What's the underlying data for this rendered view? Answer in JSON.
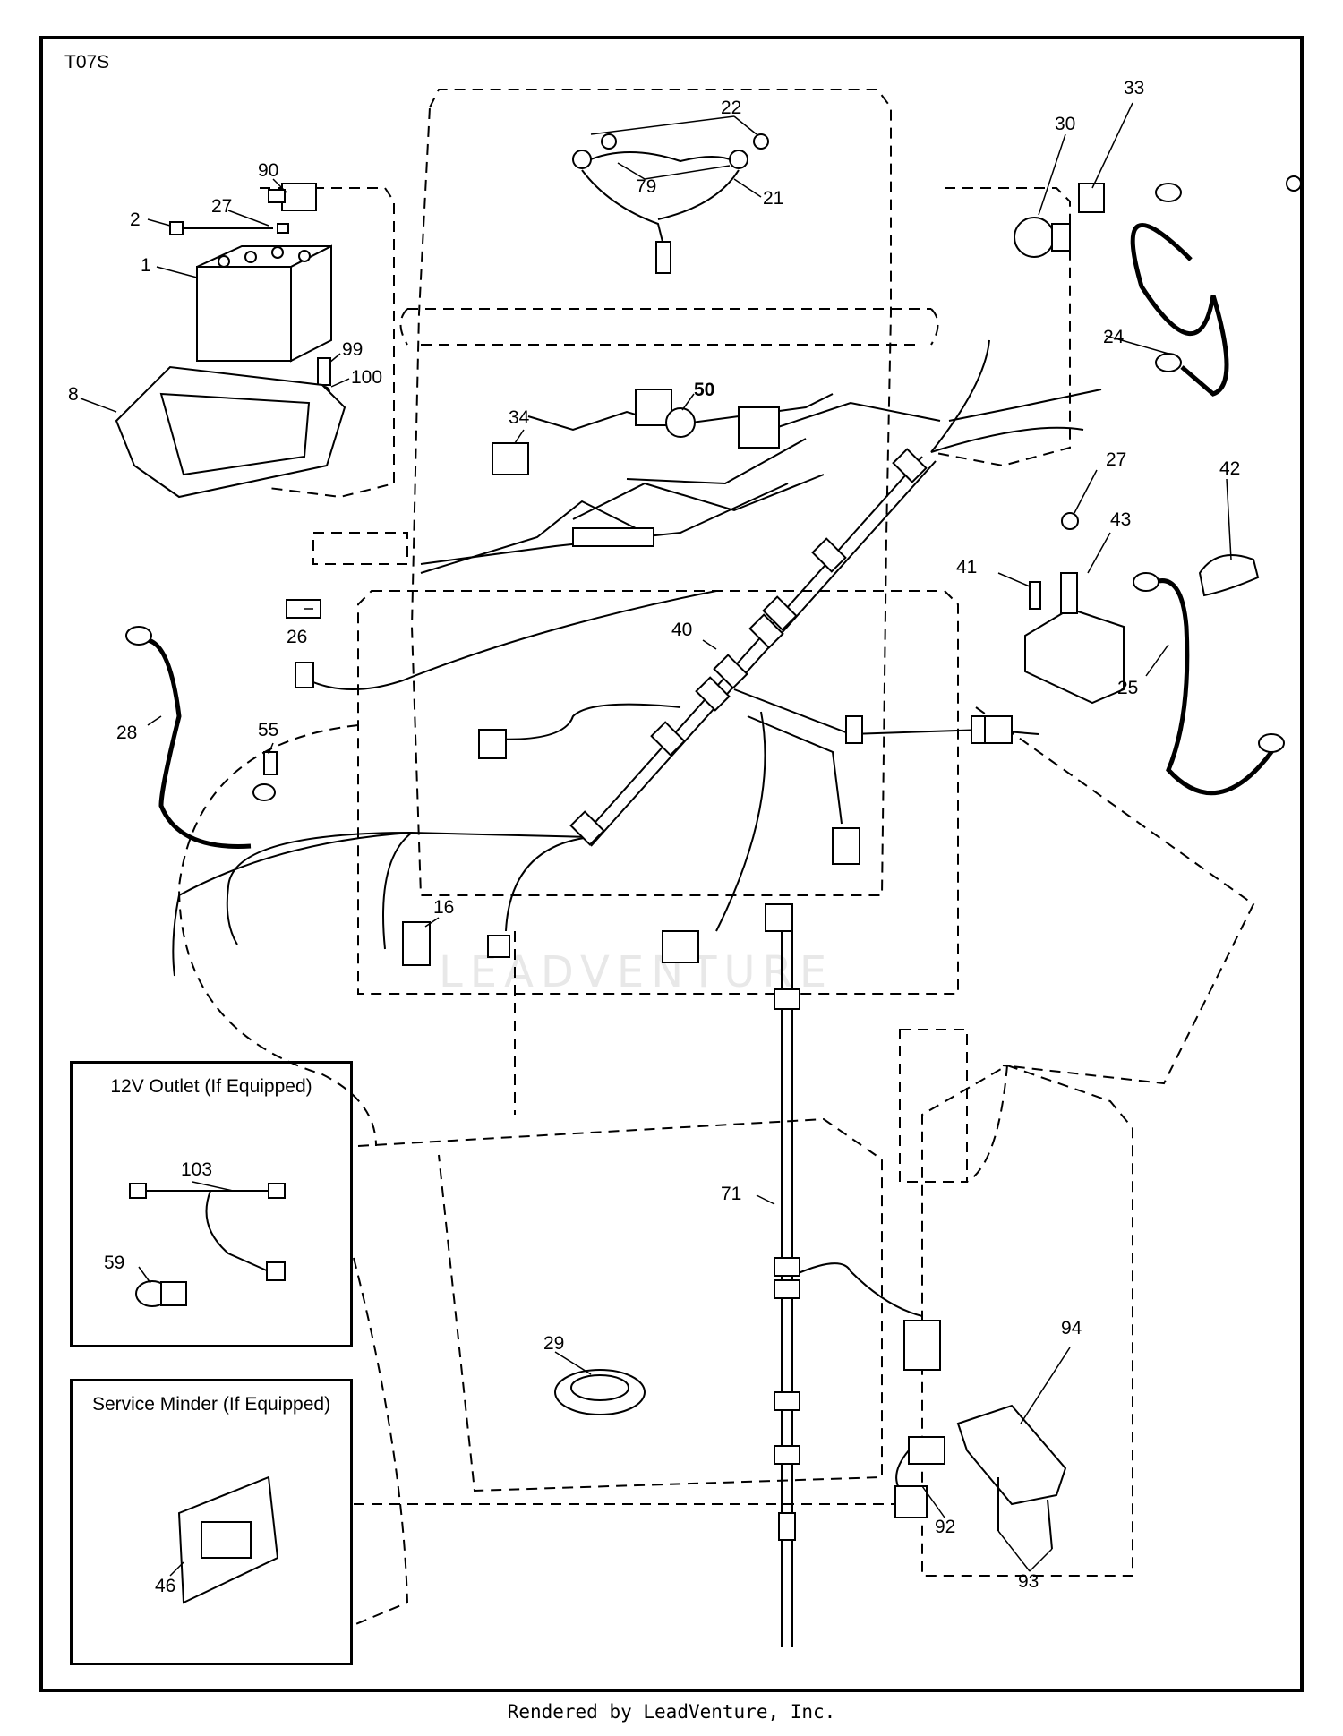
{
  "diagram": {
    "code": "T07S",
    "footer": "Rendered by LeadVenture, Inc.",
    "watermark": "LEADVENTURE",
    "callouts": [
      "22",
      "79",
      "21",
      "90",
      "27",
      "2",
      "1",
      "99",
      "100",
      "8",
      "30",
      "33",
      "24",
      "50",
      "34",
      "27",
      "42",
      "43",
      "41",
      "25",
      "26",
      "40",
      "28",
      "55",
      "16",
      "71",
      "29",
      "94",
      "92",
      "93"
    ],
    "insets": [
      {
        "title": "12V Outlet (If Equipped)",
        "callouts": [
          "103",
          "59"
        ]
      },
      {
        "title": "Service Minder (If Equipped)",
        "callouts": [
          "46"
        ]
      }
    ]
  }
}
